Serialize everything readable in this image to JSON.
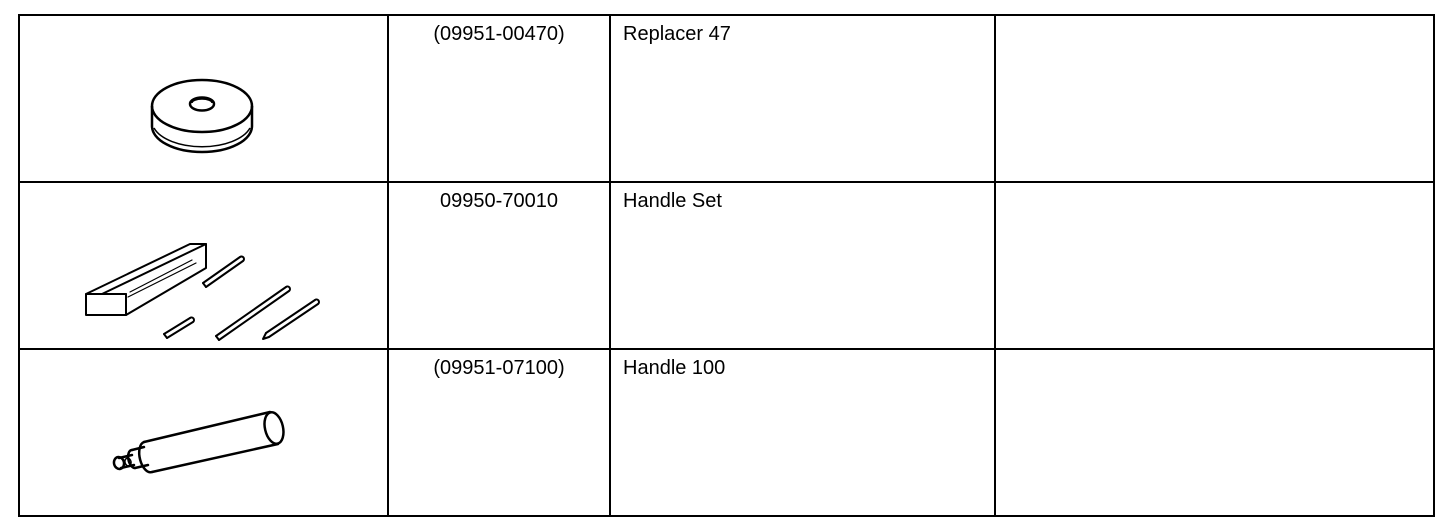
{
  "tools": [
    {
      "part_number": "(09951-00470)",
      "name": "Replacer 47",
      "note": "",
      "icon": "replacer-disc-icon"
    },
    {
      "part_number": "09950-70010",
      "name": "Handle Set",
      "note": "",
      "icon": "handle-set-icon"
    },
    {
      "part_number": "(09951-07100)",
      "name": "Handle 100",
      "note": "",
      "icon": "handle-bar-icon"
    }
  ]
}
